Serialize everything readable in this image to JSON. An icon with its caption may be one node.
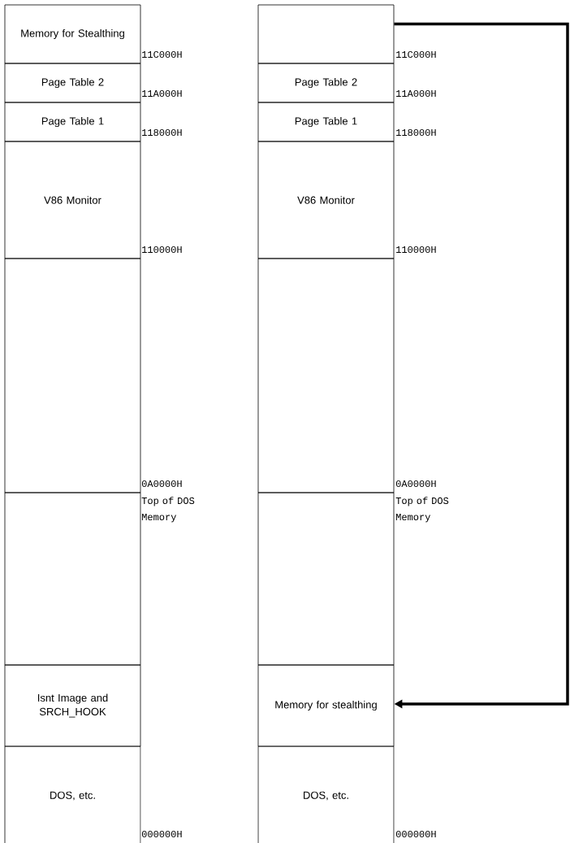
{
  "diagram": {
    "nodes": [
      {
        "text": [
          "Memory for Stealthing"
        ]
      },
      {
        "text": [
          "Page Table 2"
        ]
      },
      {
        "text": [
          "Page Table 1"
        ]
      },
      {
        "text": [
          "V86 Monitor"
        ]
      },
      {
        "text": [],
        "shape": "box"
      },
      {
        "text": [],
        "shape": "box"
      },
      {
        "text": [
          "Isnt Image and SRCH_HOOK"
        ]
      },
      {
        "text": [
          "DOS, etc."
        ]
      },
      {
        "text": [],
        "shape": "box"
      },
      {
        "text": [
          "Page Table 2"
        ]
      },
      {
        "text": [
          "Page Table 1"
        ]
      },
      {
        "text": [
          "V86 Monitor"
        ]
      },
      {
        "text": [],
        "shape": "box"
      },
      {
        "text": [],
        "shape": "box"
      },
      {
        "text": [
          "Memory for stealthing"
        ]
      },
      {
        "text": [
          "DOS, etc."
        ]
      }
    ],
    "edges": [
      {
        "from": 8,
        "to": 14,
        "arrow": "to"
      }
    ],
    "labels": [
      "11C000H",
      "11A000H",
      "118000H",
      "110000H",
      "0A0000H",
      "Top of DOS Memory",
      "000000H",
      "11C000H",
      "11A000H",
      "118000H",
      "110000H",
      "0A0000H",
      "Top of DOS Memory",
      "000000H"
    ]
  }
}
